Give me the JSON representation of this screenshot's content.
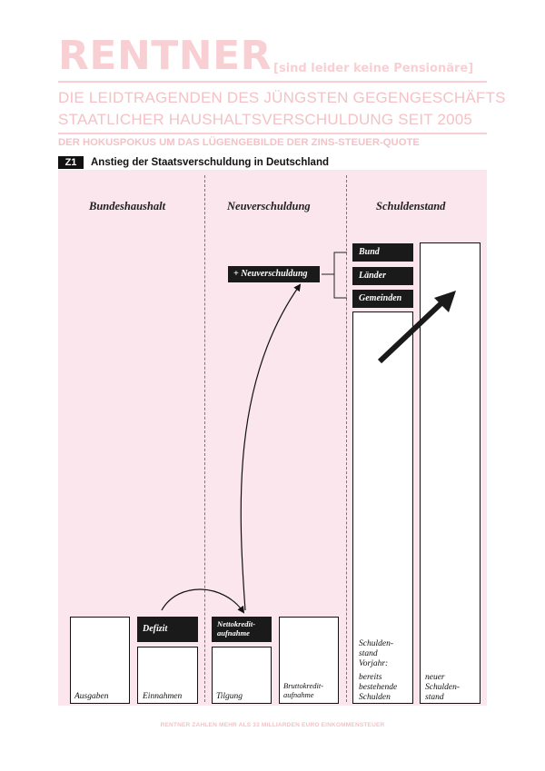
{
  "header": {
    "brand": "RENTNER",
    "brand_sub": "[sind leider keine Pensionäre]",
    "lead_line1": "DIE LEIDTRAGENDEN DES JÜNGSTEN GEGENGESCHÄFTS",
    "lead_line2": "STAATLICHER HAUSHALTSVERSCHULDUNG SEIT 2005",
    "kicker": "DER HOKUSPOKUS UM DAS LÜGENGEBILDE DER ZINS-STEUER-QUOTE"
  },
  "figure": {
    "badge": "Z1",
    "title": "Anstieg der Staatsverschuldung in Deutschland",
    "columns": {
      "bundeshaushalt": "Bundeshaushalt",
      "neuverschuldung": "Neuverschuldung",
      "schuldenstand": "Schuldenstand"
    },
    "labels": {
      "neuverschuldung_box": "+ Neuverschuldung",
      "bund": "Bund",
      "laender": "Länder",
      "gemeinden": "Gemeinden",
      "defizit": "Defizit",
      "netto_line1": "Nettokredit-",
      "netto_line2": "aufnahme",
      "ausgaben": "Ausgaben",
      "einnahmen": "Einnahmen",
      "tilgung": "Tilgung",
      "brutto_line1": "Bruttokredit-",
      "brutto_line2": "aufnahme",
      "vorjahr_line1": "Schulden-",
      "vorjahr_line2": "stand",
      "vorjahr_line3": "Vorjahr:",
      "bestehend_line1": "bereits",
      "bestehend_line2": "bestehende",
      "bestehend_line3": "Schulden",
      "neuer_line1": "neuer",
      "neuer_line2": "Schulden-",
      "neuer_line3": "stand"
    }
  },
  "footer": {
    "text": "RENTNER ZAHLEN MEHR ALS 33 MILLIARDEN EURO EINKOMMENSTEUER"
  },
  "colors": {
    "brand_pink": "#f8d0d4",
    "panel_pink": "#fbe6ee",
    "ink": "#111111"
  }
}
